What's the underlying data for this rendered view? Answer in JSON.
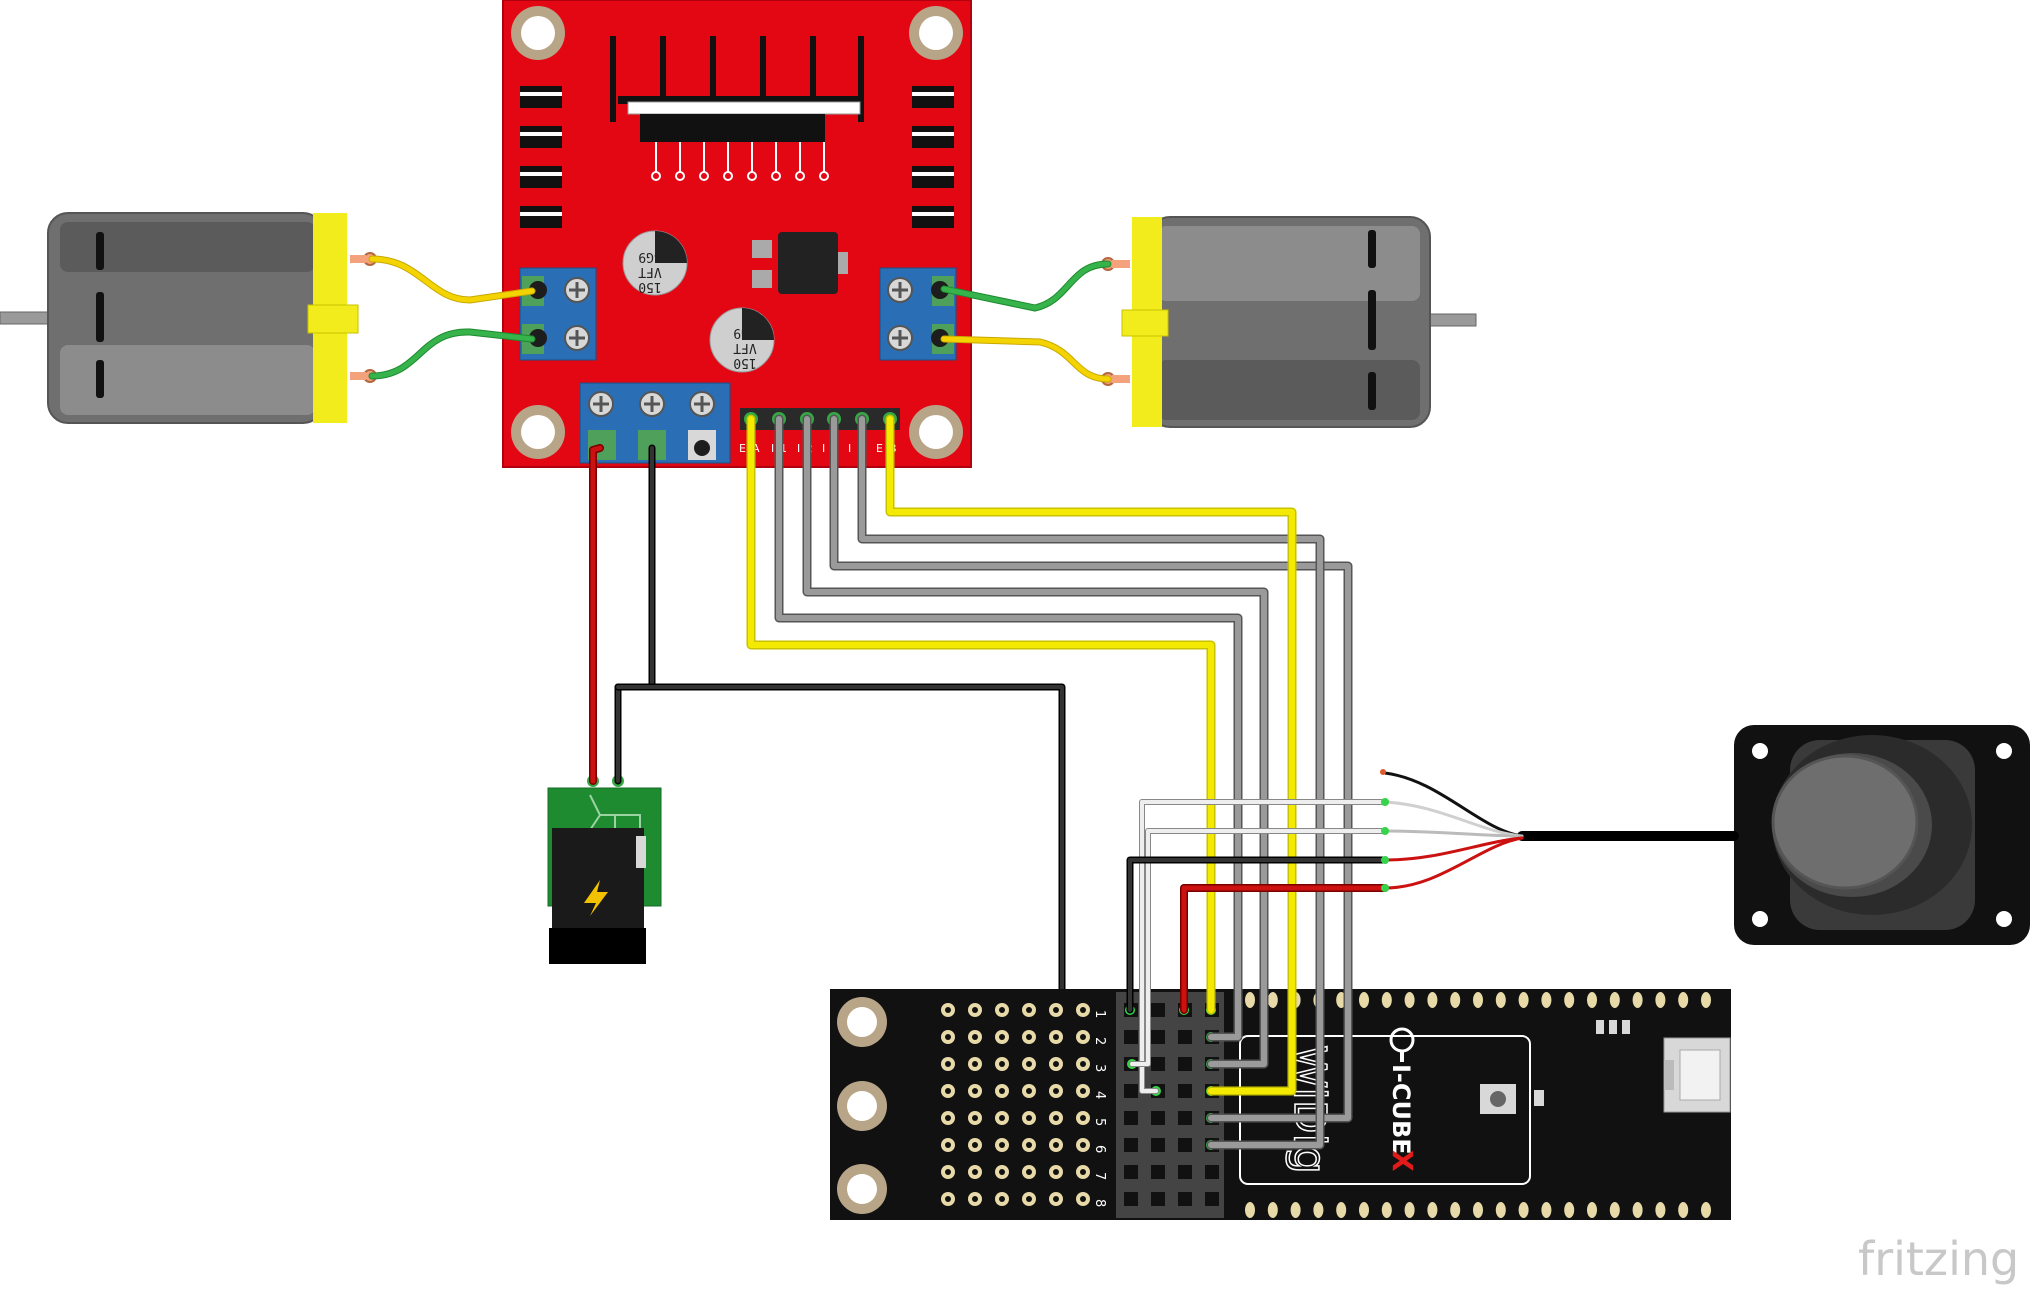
{
  "capacitor": {
    "line1": "150",
    "line2": "VFT",
    "line3": "4G9"
  },
  "driver_pin_labels": [
    "E",
    "A",
    "I",
    "1",
    "I",
    "2",
    "I",
    "3",
    "I",
    "4",
    "E",
    "B"
  ],
  "header_row_numbers": [
    "1",
    "2",
    "3",
    "4",
    "5",
    "6",
    "7",
    "8"
  ],
  "board": {
    "brand_label": "I-CUBE",
    "brand_accent": "X",
    "module_label": "WiDig"
  },
  "watermark": "fritzing",
  "colors": {
    "driver_board": "#e30613",
    "terminal_block": "#2a6fb5",
    "motor_body": "#7a7a7a",
    "motor_cap": "#f2ec1c",
    "wire_yellow": "#f4e900",
    "wire_green": "#36b34a",
    "wire_red": "#cc1111",
    "wire_black": "#1a1a1a",
    "wire_gray": "#8c8c8c",
    "wire_white": "#e6e6e6",
    "controller_board": "#111111",
    "jack_board": "#1e8b30"
  }
}
